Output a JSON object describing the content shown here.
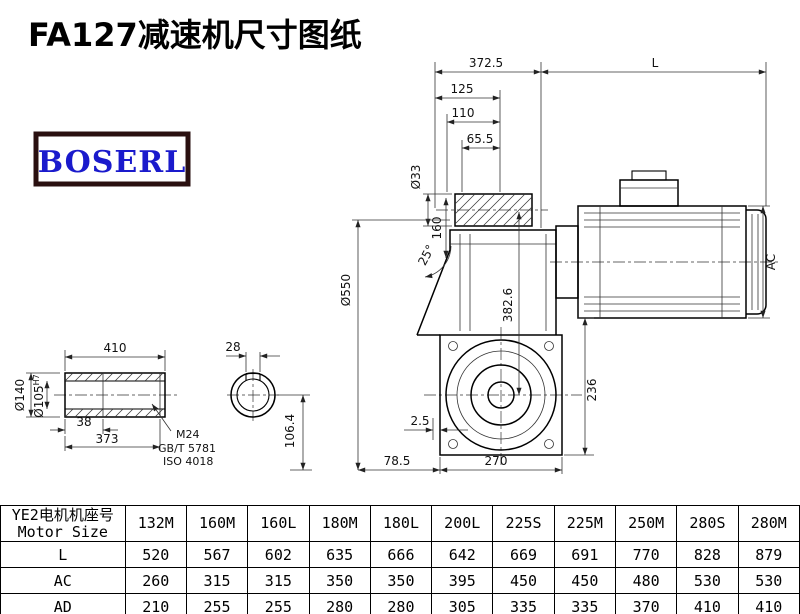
{
  "page": {
    "title": "FA127减速机尺寸图纸",
    "logo": "BOSERL"
  },
  "drawing": {
    "dims": {
      "top_width": "372.5",
      "motor_length": "L",
      "d125": "125",
      "d110": "110",
      "d65_5": "65.5",
      "input_shaft_dia": "Ø33",
      "d160": "160",
      "angle": "25°",
      "housing_dia": "Ø550",
      "d382_6": "382.6",
      "motor_height": "AC",
      "d236": "236",
      "d2_5": "2.5",
      "d78_5": "78.5",
      "d270": "270",
      "shaft_len": "410",
      "key_width": "28",
      "d38": "38",
      "d373": "373",
      "outer_dia": "Ø140",
      "bore_dia": "Ø105",
      "bore_tol": "H7",
      "thread": "M24",
      "thread_std": "GB/T 5781",
      "thread_iso": "ISO 4018",
      "d106_4": "106.4"
    }
  },
  "table": {
    "header_line1": "YE2电机机座号",
    "header_line2": "Motor Size",
    "columns": [
      "132M",
      "160M",
      "160L",
      "180M",
      "180L",
      "200L",
      "225S",
      "225M",
      "250M",
      "280S",
      "280M"
    ],
    "rows": [
      {
        "label": "L",
        "values": [
          "520",
          "567",
          "602",
          "635",
          "666",
          "642",
          "669",
          "691",
          "770",
          "828",
          "879"
        ]
      },
      {
        "label": "AC",
        "values": [
          "260",
          "315",
          "315",
          "350",
          "350",
          "395",
          "450",
          "450",
          "480",
          "530",
          "530"
        ]
      },
      {
        "label": "AD",
        "values": [
          "210",
          "255",
          "255",
          "280",
          "280",
          "305",
          "335",
          "335",
          "370",
          "410",
          "410"
        ]
      }
    ]
  }
}
